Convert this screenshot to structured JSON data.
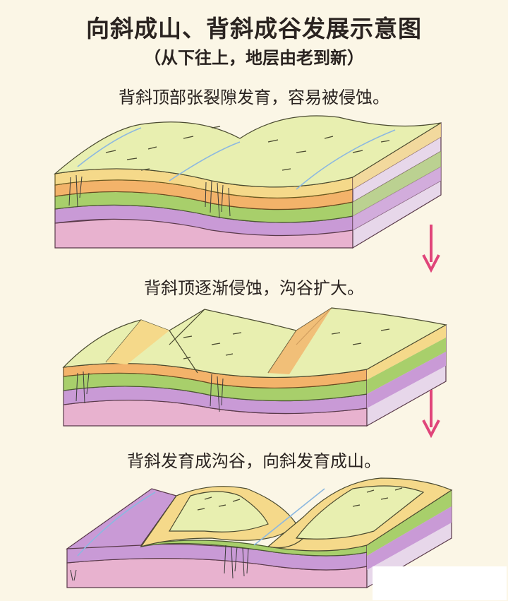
{
  "header": {
    "title": "向斜成山、背斜成谷发展示意图",
    "subtitle": "（从下往上，地层由老到新）"
  },
  "stages": [
    {
      "caption": "背斜顶部张裂隙发育，容易被侵蚀。"
    },
    {
      "caption": "背斜顶逐渐侵蚀，沟谷扩大。"
    },
    {
      "caption": "背斜发育成沟谷，向斜发育成山。"
    }
  ],
  "colors": {
    "background": "#fbf6e6",
    "layer_top": "#e8efb0",
    "layer_yellow": "#f5d98a",
    "layer_orange": "#f3b36a",
    "layer_green": "#a8cf6b",
    "layer_purple": "#c99ad6",
    "layer_pink": "#e8b2cf",
    "arrow": "#e0457a",
    "river": "#8cb8e0"
  }
}
